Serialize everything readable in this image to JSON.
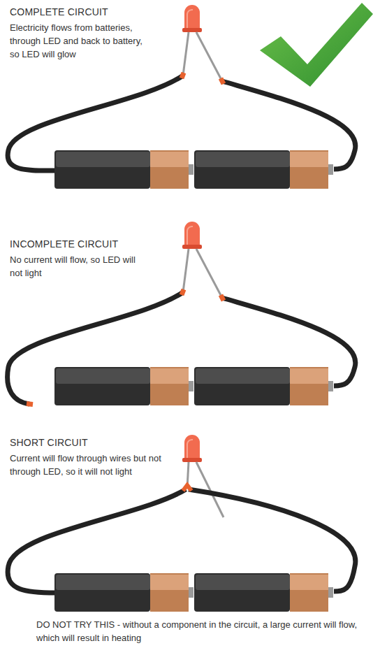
{
  "diagram": {
    "labels": [
      "COMPLETE CIRCUIT",
      "Electricity flows from batteries, through LED and back to battery, so LED will glow",
      "INCOMPLETE CIRCUIT",
      "No current will flow, so LED will not light",
      "SHORT CIRCUIT",
      "Current will flow through wires but not through LED, so it will not light",
      "DO NOT TRY THIS - without a component in the circuit, a large current will flow, which will result in heating"
    ]
  }
}
